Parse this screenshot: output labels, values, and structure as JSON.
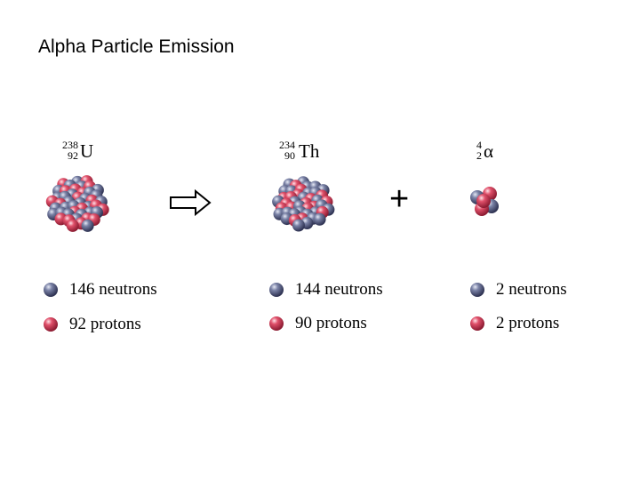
{
  "title": "Alpha Particle Emission",
  "colors": {
    "neutron": "#58607e",
    "proton": "#d4405a",
    "background": "#ffffff"
  },
  "operator": "+",
  "columns": [
    {
      "nuclide": {
        "mass_number": "238",
        "atomic_number": "92",
        "symbol": "U"
      },
      "neutrons": "146 neutrons",
      "protons": "92 protons"
    },
    {
      "nuclide": {
        "mass_number": "234",
        "atomic_number": "90",
        "symbol": "Th"
      },
      "neutrons": "144 neutrons",
      "protons": "90 protons"
    },
    {
      "nuclide": {
        "mass_number": "4",
        "atomic_number": "2",
        "symbol": "α"
      },
      "neutrons": "2 neutrons",
      "protons": "2 protons"
    }
  ]
}
